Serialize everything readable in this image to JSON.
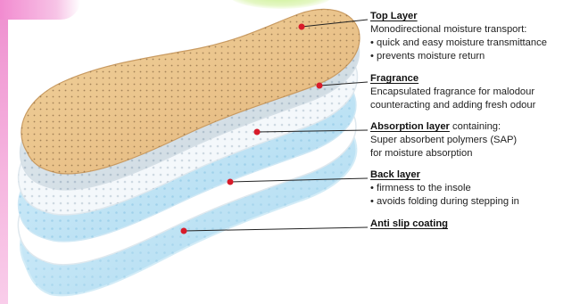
{
  "layers": [
    {
      "title": "Top Layer",
      "title_suffix": "",
      "lines": [
        "Monodirectional moisture transport:",
        "• quick and easy moisture transmittance",
        "• prevents moisture return"
      ]
    },
    {
      "title": "Fragrance",
      "title_suffix": "",
      "lines": [
        "Encapsulated fragrance for malodour",
        "counteracting and adding fresh odour"
      ]
    },
    {
      "title": "Absorption layer",
      "title_suffix": " containing:",
      "lines": [
        "Super absorbent polymers (SAP)",
        "for moisture absorption"
      ]
    },
    {
      "title": "Back layer",
      "title_suffix": "",
      "lines": [
        "• firmness to the insole",
        "• avoids folding during stepping in"
      ]
    },
    {
      "title": "Anti slip coating",
      "title_suffix": "",
      "lines": []
    }
  ],
  "colors": {
    "callout_line": "#222222",
    "callout_dot": "#d81b2a",
    "top_layer": "#e8c08a",
    "blue_layer": "#bfe3f5"
  }
}
